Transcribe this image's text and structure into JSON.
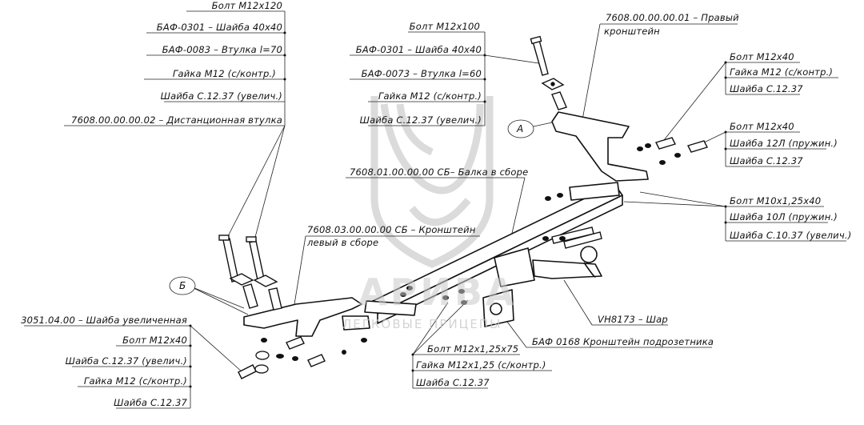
{
  "drawing": {
    "title": "Фаркоп 7608 — схема сборки",
    "watermark": {
      "brand": "АРИВА",
      "tagline": "ЛЕГКОВЫЕ ПРИЦЕПЫ"
    },
    "markers": {
      "a": "А",
      "b": "Б"
    },
    "groups": {
      "left_top": [
        "Болт М12х120",
        "БАФ-0301 – Шайба 40х40",
        "БАФ-0083 – Втулка l=70",
        "Гайка М12 (с/контр.)",
        "Шайба С.12.37 (увелич.)",
        "7608.00.00.00.02 – Дистанционная втулка"
      ],
      "center_top": [
        "Болт М12х100",
        "БАФ-0301 – Шайба 40х40",
        "БАФ-0073 – Втулка l=60",
        "Гайка М12 (с/контр.)",
        "Шайба С.12.37 (увелич.)"
      ],
      "right_bracket": {
        "line1": "7608.00.00.00.01 – Правый",
        "line2": "кронштейн"
      },
      "right_top": [
        "Болт М12х40",
        "Гайка М12 (с/контр.)",
        "Шайба С.12.37"
      ],
      "right_mid": [
        "Болт М12х40",
        "Шайба 12Л (пружин.)",
        "Шайба С.12.37"
      ],
      "right_low": [
        "Болт М10х1,25х40",
        "Шайба 10Л (пружин.)",
        "Шайба С.10.37 (увелич.)"
      ],
      "beam": "7608.01.00.00.00 СБ– Балка в сборе",
      "left_bracket": {
        "line1": "7608.03.00.00.00 СБ – Кронштейн",
        "line2": "левый в сборе"
      },
      "left_bottom": [
        "3051.04.00 – Шайба увеличенная",
        "Болт М12х40",
        "Шайба С.12.37 (увелич.)",
        "Гайка М12 (с/контр.)",
        "Шайба С.12.37"
      ],
      "ball": "VH8173 – Шар",
      "socket_bracket": "БАФ 0168 Кронштейн подрозетника",
      "center_bottom": [
        "Болт М12х1,25х75",
        "Гайка М12х1,25 (с/контр.)",
        "Шайба С.12.37"
      ]
    }
  }
}
